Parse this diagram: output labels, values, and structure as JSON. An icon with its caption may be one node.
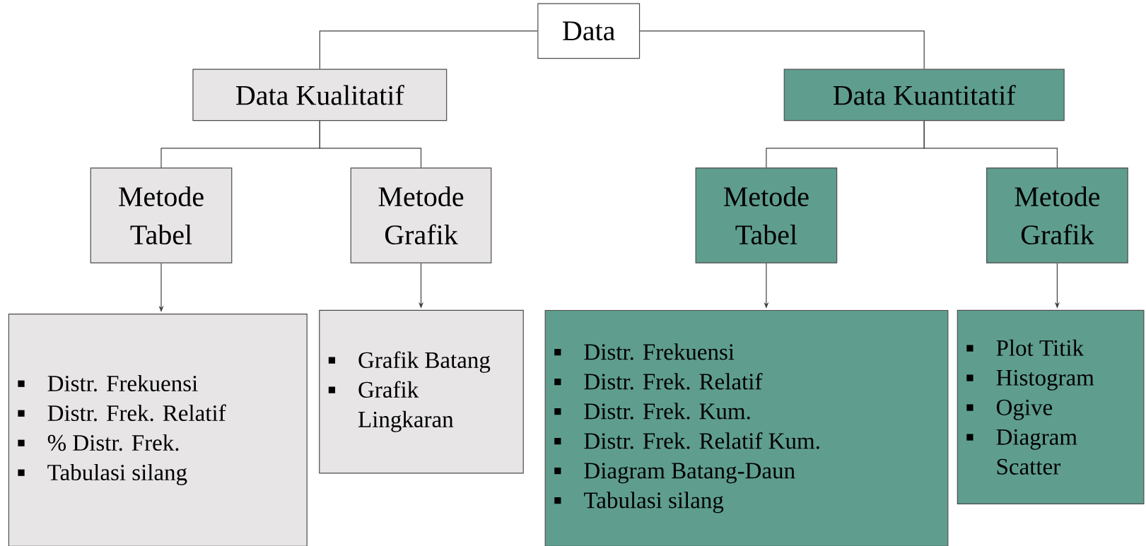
{
  "diagram": {
    "nodes": [
      {
        "text": [
          "Data"
        ]
      },
      {
        "text": [
          "Data Kualitatif"
        ]
      },
      {
        "text": [
          "Data Kuantitatif"
        ]
      },
      {
        "text": [
          "Metode Tabel"
        ]
      },
      {
        "text": [
          "Metode Grafik"
        ]
      },
      {
        "text": [
          "Metode Tabel"
        ]
      },
      {
        "text": [
          "Metode Grafik"
        ]
      },
      {
        "text": [
          "Distr. Frekuensi",
          "Distr. Frek. Relatif",
          "% Distr. Frek.",
          "Tabulasi silang"
        ]
      },
      {
        "text": [
          "Grafik Batang",
          "Grafik Lingkaran"
        ]
      },
      {
        "text": [
          "Distr. Frekuensi",
          "Distr. Frek. Relatif",
          "Distr. Frek. Kum.",
          "Distr. Frek. Relatif Kum.",
          "Diagram Batang-Daun",
          "Tabulasi silang"
        ]
      },
      {
        "text": [
          "Plot Titik",
          "Histogram",
          "Ogive",
          "Diagram Scatter"
        ]
      }
    ],
    "edges": [
      {
        "from": 0,
        "to": 1,
        "arrow": "none"
      },
      {
        "from": 0,
        "to": 2,
        "arrow": "none"
      },
      {
        "from": 1,
        "to": 3,
        "arrow": "none"
      },
      {
        "from": 1,
        "to": 4,
        "arrow": "none"
      },
      {
        "from": 2,
        "to": 5,
        "arrow": "none"
      },
      {
        "from": 2,
        "to": 6,
        "arrow": "none"
      },
      {
        "from": 3,
        "to": 7,
        "arrow": "to"
      },
      {
        "from": 4,
        "to": 8,
        "arrow": "to"
      },
      {
        "from": 5,
        "to": 9,
        "arrow": "to"
      },
      {
        "from": 6,
        "to": 10,
        "arrow": "to"
      }
    ]
  }
}
